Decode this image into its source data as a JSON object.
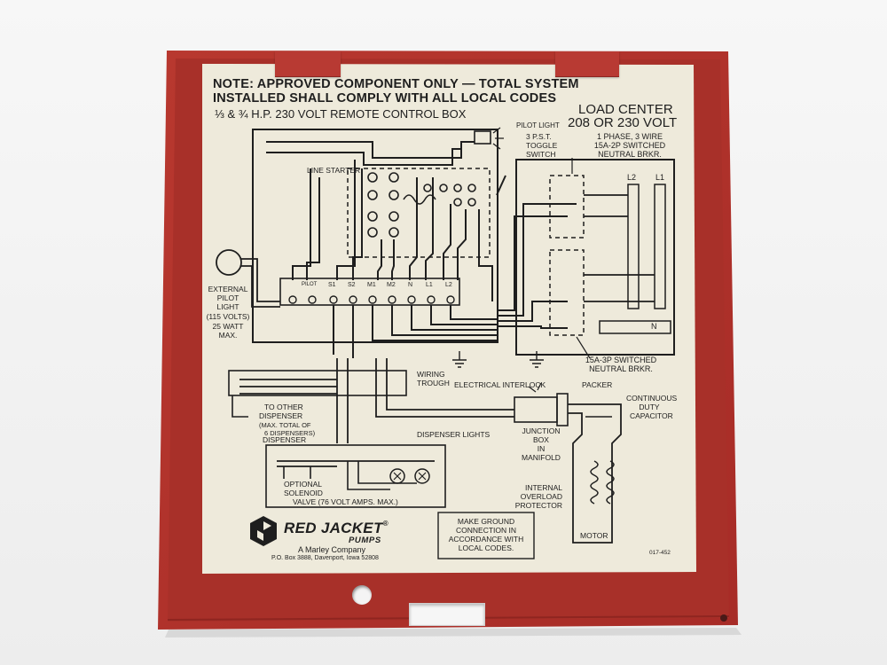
{
  "note": {
    "line1": "NOTE: APPROVED COMPONENT ONLY — TOTAL SYSTEM",
    "line2": "INSTALLED SHALL COMPLY WITH ALL LOCAL CODES"
  },
  "subtitle": "⅓ & ¾ H.P. 230 VOLT REMOTE CONTROL BOX",
  "load_center": {
    "title": "LOAD CENTER",
    "voltage": "208 OR 230 VOLT",
    "spec1": "1 PHASE, 3 WIRE",
    "spec2": "15A-2P SWITCHED",
    "spec3": "NEUTRAL BRKR.",
    "breaker1": "15A-3P SWITCHED",
    "breaker2": "NEUTRAL BRKR.",
    "l2": "L2",
    "l1": "L1",
    "n": "N"
  },
  "labels": {
    "pilot_light": "PILOT LIGHT",
    "toggle1": "3 P.S.T.",
    "toggle2": "TOGGLE",
    "toggle3": "SWITCH",
    "line_starter": "LINE STARTER",
    "ext1": "EXTERNAL",
    "ext2": "PILOT",
    "ext3": "LIGHT",
    "ext4": "(115 VOLTS)",
    "ext5": "25 WATT",
    "ext6": "MAX.",
    "wiring1": "WIRING",
    "wiring2": "TROUGH",
    "interlock": "ELECTRICAL INTERLOCK",
    "packer": "PACKER",
    "cap1": "CONTINUOUS",
    "cap2": "DUTY",
    "cap3": "CAPACITOR",
    "disp1": "TO OTHER",
    "disp2": "DISPENSER",
    "disp3": "(MAX. TOTAL OF",
    "disp4": "6 DISPENSERS)",
    "disp5": "DISPENSER",
    "lights": "DISPENSER LIGHTS",
    "jb1": "JUNCTION",
    "jb2": "BOX",
    "jb3": "IN",
    "jb4": "MANIFOLD",
    "sol1": "OPTIONAL",
    "sol2": "SOLENOID",
    "sol3": "VALVE (76 VOLT AMPS. MAX.)",
    "ovl1": "INTERNAL",
    "ovl2": "OVERLOAD",
    "ovl3": "PROTECTOR",
    "motor": "MOTOR",
    "ground1": "MAKE GROUND",
    "ground2": "CONNECTION IN",
    "ground3": "ACCORDANCE WITH",
    "ground4": "LOCAL CODES.",
    "part_no": "017-452"
  },
  "terminals": [
    "",
    "PILOT",
    "S1",
    "S2",
    "M1",
    "M2",
    "N",
    "L1",
    "L2"
  ],
  "brand": {
    "name": "RED JACKET",
    "registered": "®",
    "sub": "PUMPS",
    "company": "A Marley Company",
    "address": "P.O. Box 3888, Davenport, Iowa 52808"
  },
  "colors": {
    "box_red": "#b0332c",
    "panel_ink": "#1e1e1e",
    "label_paper": "#eeeadb"
  }
}
